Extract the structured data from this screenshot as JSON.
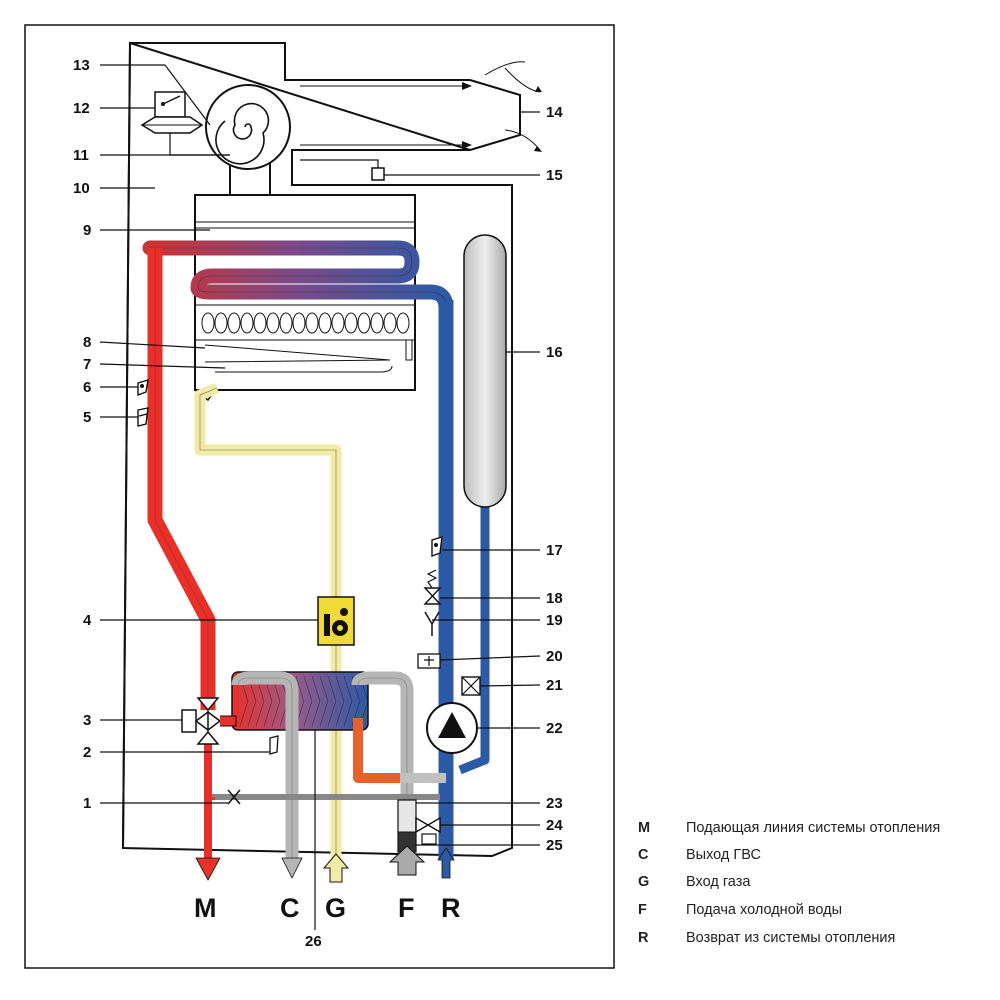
{
  "callouts": {
    "n1": "1",
    "n2": "2",
    "n3": "3",
    "n4": "4",
    "n5": "5",
    "n6": "6",
    "n7": "7",
    "n8": "8",
    "n9": "9",
    "n10": "10",
    "n11": "11",
    "n12": "12",
    "n13": "13",
    "n14": "14",
    "n15": "15",
    "n16": "16",
    "n17": "17",
    "n18": "18",
    "n19": "19",
    "n20": "20",
    "n21": "21",
    "n22": "22",
    "n23": "23",
    "n24": "24",
    "n25": "25",
    "n26": "26"
  },
  "connections": {
    "m": "M",
    "c": "C",
    "g": "G",
    "f": "F",
    "r": "R"
  },
  "legend": [
    {
      "key": "M",
      "text": "Подающая линия системы отопления"
    },
    {
      "key": "C",
      "text": "Выход ГВС"
    },
    {
      "key": "G",
      "text": "Вход газа"
    },
    {
      "key": "F",
      "text": "Подача холодной воды"
    },
    {
      "key": "R",
      "text": "Возврат из системы отопления"
    }
  ],
  "colors": {
    "flow_red": "#e8302a",
    "return_blue": "#2c5aa5",
    "gas_yellow": "#f1eba6",
    "dhw_grey": "#b5b5b5",
    "cold_orange": "#e8602a",
    "frame": "#111111"
  }
}
